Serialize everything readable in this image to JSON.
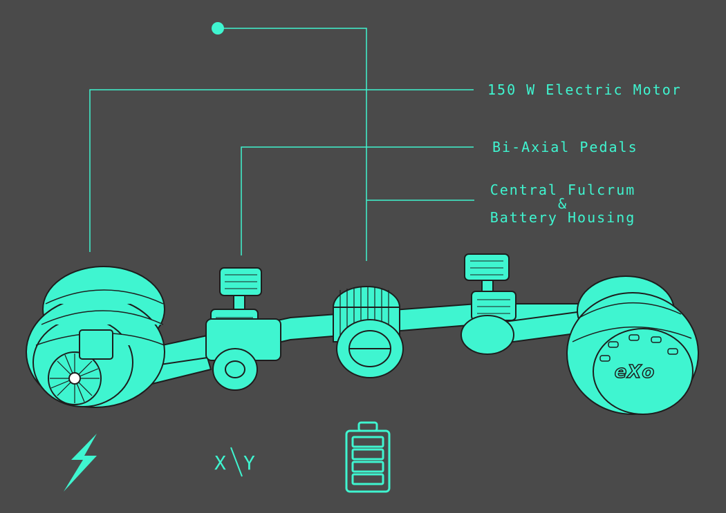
{
  "colors": {
    "background": "#4a4a4a",
    "accent": "#3ff5d0",
    "line": "#3ff5d0",
    "outline": "#1d1d1d"
  },
  "callouts": {
    "motor": "150 W Electric Motor",
    "pedals": "Bi-Axial Pedals",
    "fulcrum_line1": "Central Fulcrum",
    "fulcrum_line2": "&",
    "fulcrum_line3": "Battery Housing"
  },
  "wheel_logo": "eXo",
  "icons": {
    "power": "lightning-bolt-icon",
    "axis": "xy-axis-icon",
    "axis_text_x": "X",
    "axis_text_y": "Y",
    "battery": "battery-icon"
  }
}
